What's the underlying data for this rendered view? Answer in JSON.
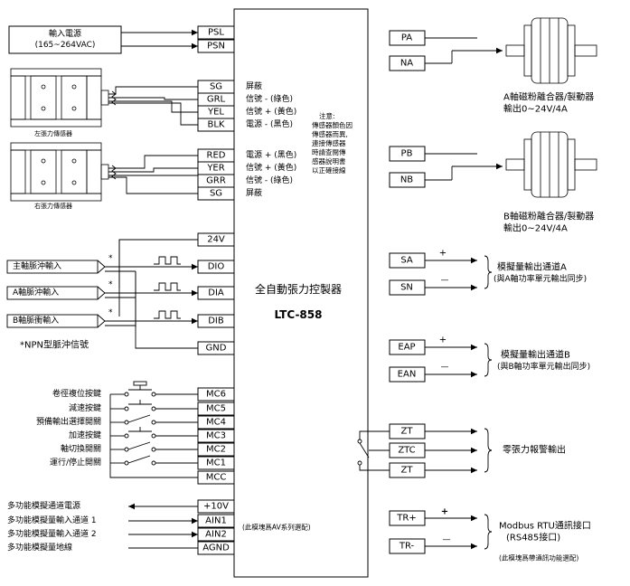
{
  "controller": {
    "name": "全自動張力控製器",
    "model": "LTC-858"
  },
  "power_input": {
    "label": "輸入電源",
    "range": "(165~264VAC)"
  },
  "left_terminals": [
    {
      "id": "PSL",
      "text": "PSL"
    },
    {
      "id": "PSN",
      "text": "PSN"
    },
    {
      "id": "SG1",
      "text": "SG"
    },
    {
      "id": "GRL",
      "text": "GRL"
    },
    {
      "id": "YEL",
      "text": "YEL"
    },
    {
      "id": "BLK",
      "text": "BLK"
    },
    {
      "id": "RED",
      "text": "RED"
    },
    {
      "id": "YER",
      "text": "YER"
    },
    {
      "id": "GRR",
      "text": "GRR"
    },
    {
      "id": "SG2",
      "text": "SG"
    },
    {
      "id": "24V",
      "text": "24V"
    },
    {
      "id": "DIO",
      "text": "DIO"
    },
    {
      "id": "DIA",
      "text": "DIA"
    },
    {
      "id": "DIB",
      "text": "DIB"
    },
    {
      "id": "GND",
      "text": "GND"
    },
    {
      "id": "MC6",
      "text": "MC6"
    },
    {
      "id": "MC5",
      "text": "MC5"
    },
    {
      "id": "MC4",
      "text": "MC4"
    },
    {
      "id": "MC3",
      "text": "MC3"
    },
    {
      "id": "MC2",
      "text": "MC2"
    },
    {
      "id": "MC1",
      "text": "MC1"
    },
    {
      "id": "MCC",
      "text": "MCC"
    },
    {
      "id": "P10V",
      "text": "+10V"
    },
    {
      "id": "AIN1",
      "text": "AIN1"
    },
    {
      "id": "AIN2",
      "text": "AIN2"
    },
    {
      "id": "AGND",
      "text": "AGND"
    }
  ],
  "right_terminals": [
    {
      "id": "PA",
      "text": "PA"
    },
    {
      "id": "NA",
      "text": "NA"
    },
    {
      "id": "PB",
      "text": "PB"
    },
    {
      "id": "NB",
      "text": "NB"
    },
    {
      "id": "SA",
      "text": "SA"
    },
    {
      "id": "SN",
      "text": "SN"
    },
    {
      "id": "EAP",
      "text": "EAP"
    },
    {
      "id": "EAN",
      "text": "EAN"
    },
    {
      "id": "ZT1",
      "text": "ZT"
    },
    {
      "id": "ZTC",
      "text": "ZTC"
    },
    {
      "id": "ZT2",
      "text": "ZT"
    },
    {
      "id": "TRP",
      "text": "TR+"
    },
    {
      "id": "TRN",
      "text": "TR-"
    }
  ],
  "sensor_wire_labels": {
    "SG1": "屏蔽",
    "GRL": "信號 - (綠色)",
    "YEL": "信號 + (黃色)",
    "BLK": "電源 - (黑色)",
    "RED": "電源 + (黑色)",
    "YER": "信號 + (黃色)",
    "GRR": "信號 - (綠色)",
    "SG2": "屏蔽"
  },
  "sensors": {
    "left": "左張力傳感器",
    "right": "右張力傳感器"
  },
  "sensor_note": [
    "注意:",
    "傳感器顏色因",
    "傳感器而異,",
    "連接傳感器",
    "時請查閱傳",
    "感器說明書",
    "以正確接線"
  ],
  "pulse_inputs": {
    "main": "主軸脈沖輸入",
    "a": "A軸脈沖輸入",
    "b": "B軸脈衝輸入",
    "star": "*",
    "note": "*NPN型脈沖信號"
  },
  "switch_labels": [
    "卷徑複位按鍵",
    "減速按鍵",
    "預備輸出選擇開關",
    "加速按鍵",
    "軸切換開關",
    "運行/停止開關"
  ],
  "analog_labels": [
    "多功能模擬通道電源",
    "多功能模擬量輸入通道 1",
    "多功能模擬量輸入通道 2",
    "多功能模擬量地線"
  ],
  "av_note": "(此模塊爲AV系列選配)",
  "clutch_a": {
    "title": "A軸磁粉離合器/製動器",
    "output": "輸出0~24V/4A"
  },
  "clutch_b": {
    "title": "B軸磁粉離合器/製動器",
    "output": "輸出0~24V/4A"
  },
  "signs": {
    "plus": "+",
    "minus": "—"
  },
  "analog_a": {
    "title": "模擬量輸出通道A",
    "sub": "(與A軸功率單元輸出同步)"
  },
  "analog_b": {
    "title": "模擬量輸出通道B",
    "sub": "(與B軸功率單元輸出同步)"
  },
  "zero_alarm": "零張力報警輸出",
  "modbus": {
    "title": "Modbus RTU通訊接口",
    "sub": "(RS485接口)",
    "note": "(此模塊爲帶通訊功能選配)"
  }
}
